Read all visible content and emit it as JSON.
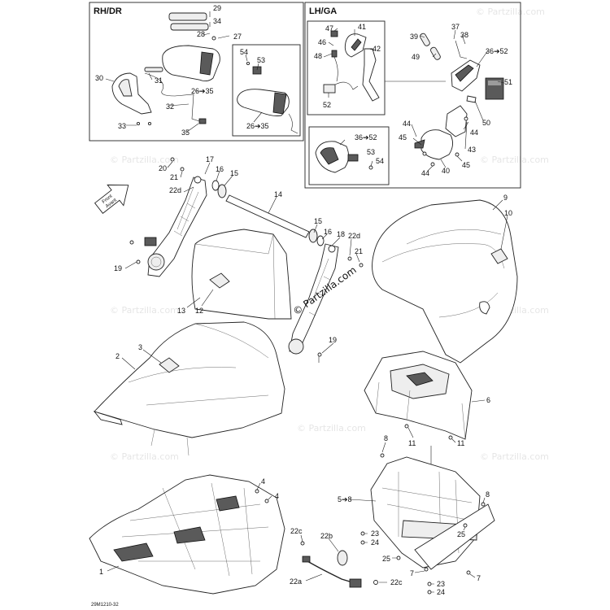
{
  "panels": {
    "rh_label": "RH/DR",
    "lh_label": "LH/GA"
  },
  "callouts": [
    {
      "id": "c29",
      "text": "29"
    },
    {
      "id": "c34",
      "text": "34"
    },
    {
      "id": "c28",
      "text": "28"
    },
    {
      "id": "c27",
      "text": "27"
    },
    {
      "id": "c30",
      "text": "30"
    },
    {
      "id": "c31",
      "text": "31"
    },
    {
      "id": "c26a",
      "text": "26➔35"
    },
    {
      "id": "c32",
      "text": "32"
    },
    {
      "id": "c33",
      "text": "33"
    },
    {
      "id": "c35",
      "text": "35"
    },
    {
      "id": "c54a",
      "text": "54"
    },
    {
      "id": "c53a",
      "text": "53"
    },
    {
      "id": "c26b",
      "text": "26➔35"
    },
    {
      "id": "c47",
      "text": "47"
    },
    {
      "id": "c41",
      "text": "41"
    },
    {
      "id": "c46",
      "text": "46"
    },
    {
      "id": "c42",
      "text": "42"
    },
    {
      "id": "c48",
      "text": "48"
    },
    {
      "id": "c52a",
      "text": "52"
    },
    {
      "id": "c39",
      "text": "39"
    },
    {
      "id": "c49",
      "text": "49"
    },
    {
      "id": "c37",
      "text": "37"
    },
    {
      "id": "c38",
      "text": "38"
    },
    {
      "id": "c36a",
      "text": "36➔52"
    },
    {
      "id": "c51",
      "text": "51"
    },
    {
      "id": "c50",
      "text": "50"
    },
    {
      "id": "c44a",
      "text": "44"
    },
    {
      "id": "c45a",
      "text": "45"
    },
    {
      "id": "c44b",
      "text": "44"
    },
    {
      "id": "c43",
      "text": "43"
    },
    {
      "id": "c44c",
      "text": "44"
    },
    {
      "id": "c40",
      "text": "40"
    },
    {
      "id": "c45b",
      "text": "45"
    },
    {
      "id": "c36b",
      "text": "36➔52"
    },
    {
      "id": "c53b",
      "text": "53"
    },
    {
      "id": "c54b",
      "text": "54"
    },
    {
      "id": "c20",
      "text": "20"
    },
    {
      "id": "c17",
      "text": "17"
    },
    {
      "id": "c21a",
      "text": "21"
    },
    {
      "id": "c16a",
      "text": "16"
    },
    {
      "id": "c15a",
      "text": "15"
    },
    {
      "id": "c22da",
      "text": "22d"
    },
    {
      "id": "c14",
      "text": "14"
    },
    {
      "id": "c19a",
      "text": "19"
    },
    {
      "id": "c15b",
      "text": "15"
    },
    {
      "id": "c16b",
      "text": "16"
    },
    {
      "id": "c18",
      "text": "18"
    },
    {
      "id": "c22db",
      "text": "22d"
    },
    {
      "id": "c21b",
      "text": "21"
    },
    {
      "id": "c13",
      "text": "13"
    },
    {
      "id": "c12",
      "text": "12"
    },
    {
      "id": "c19b",
      "text": "19"
    },
    {
      "id": "c9",
      "text": "9"
    },
    {
      "id": "c10",
      "text": "10"
    },
    {
      "id": "c3",
      "text": "3"
    },
    {
      "id": "c2",
      "text": "2"
    },
    {
      "id": "c6",
      "text": "6"
    },
    {
      "id": "c11a",
      "text": "11"
    },
    {
      "id": "c11b",
      "text": "11"
    },
    {
      "id": "c8a",
      "text": "8"
    },
    {
      "id": "c4a",
      "text": "4"
    },
    {
      "id": "c4b",
      "text": "4"
    },
    {
      "id": "c58",
      "text": "5➔8"
    },
    {
      "id": "c8b",
      "text": "8"
    },
    {
      "id": "c1",
      "text": "1"
    },
    {
      "id": "c22c1",
      "text": "22c"
    },
    {
      "id": "c22b",
      "text": "22b"
    },
    {
      "id": "c23a",
      "text": "23"
    },
    {
      "id": "c24a",
      "text": "24"
    },
    {
      "id": "c25a",
      "text": "25"
    },
    {
      "id": "c25b",
      "text": "25"
    },
    {
      "id": "c7a",
      "text": "7"
    },
    {
      "id": "c22a",
      "text": "22a"
    },
    {
      "id": "c22c2",
      "text": "22c"
    },
    {
      "id": "c23b",
      "text": "23"
    },
    {
      "id": "c24b",
      "text": "24"
    },
    {
      "id": "c7b",
      "text": "7"
    }
  ],
  "front_arrow": {
    "line1": "Front",
    "line2": "Avant"
  },
  "watermark": "© Partzilla.com",
  "diagram_code": "29M1210-32"
}
